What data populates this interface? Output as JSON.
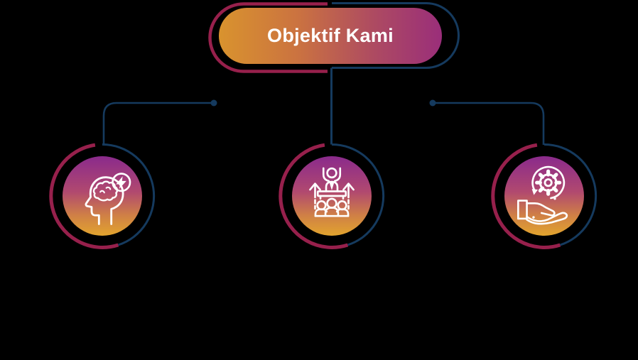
{
  "title": {
    "label": "Objektif Kami"
  },
  "nodes": [
    {
      "name": "node-1",
      "icon": "head-brain-lightning-icon"
    },
    {
      "name": "node-2",
      "icon": "leadership-growth-icon"
    },
    {
      "name": "node-3",
      "icon": "hand-gear-service-icon"
    }
  ],
  "colors": {
    "background": "#000000",
    "maroon_accent": "#97204c",
    "navy_accent": "#153a5e",
    "pill_gradient_start": "#d9932e",
    "pill_gradient_end": "#9a2e7a",
    "circle_gradient_top": "#8a2a8c",
    "circle_gradient_bottom": "#e2a42e",
    "icon_color": "#ffffff"
  }
}
